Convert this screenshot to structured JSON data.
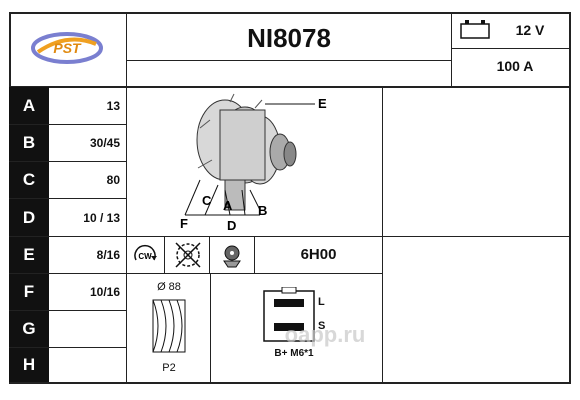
{
  "header": {
    "logo_text": "PST",
    "part_number": "NI8078",
    "voltage": "12 V",
    "current": "100 A",
    "battery_icon": "battery-icon"
  },
  "rows": [
    {
      "label": "A",
      "value": "13"
    },
    {
      "label": "B",
      "value": "30/45"
    },
    {
      "label": "C",
      "value": "80"
    },
    {
      "label": "D",
      "value": "10 / 13"
    },
    {
      "label": "E",
      "value": "8/16"
    },
    {
      "label": "F",
      "value": "10/16"
    },
    {
      "label": "G",
      "value": ""
    },
    {
      "label": "H",
      "value": ""
    }
  ],
  "diagram_labels": {
    "e": "E",
    "f": "F",
    "c": "C",
    "a": "A",
    "b": "B",
    "d": "D"
  },
  "icons_row": {
    "rotation": "CW",
    "code": "6H00"
  },
  "pulley": {
    "diameter": "Ø 88",
    "type": "P2"
  },
  "connector": {
    "l": "L",
    "s": "S",
    "terminal": "B+ M6*1"
  },
  "watermark": "oapp.ru"
}
